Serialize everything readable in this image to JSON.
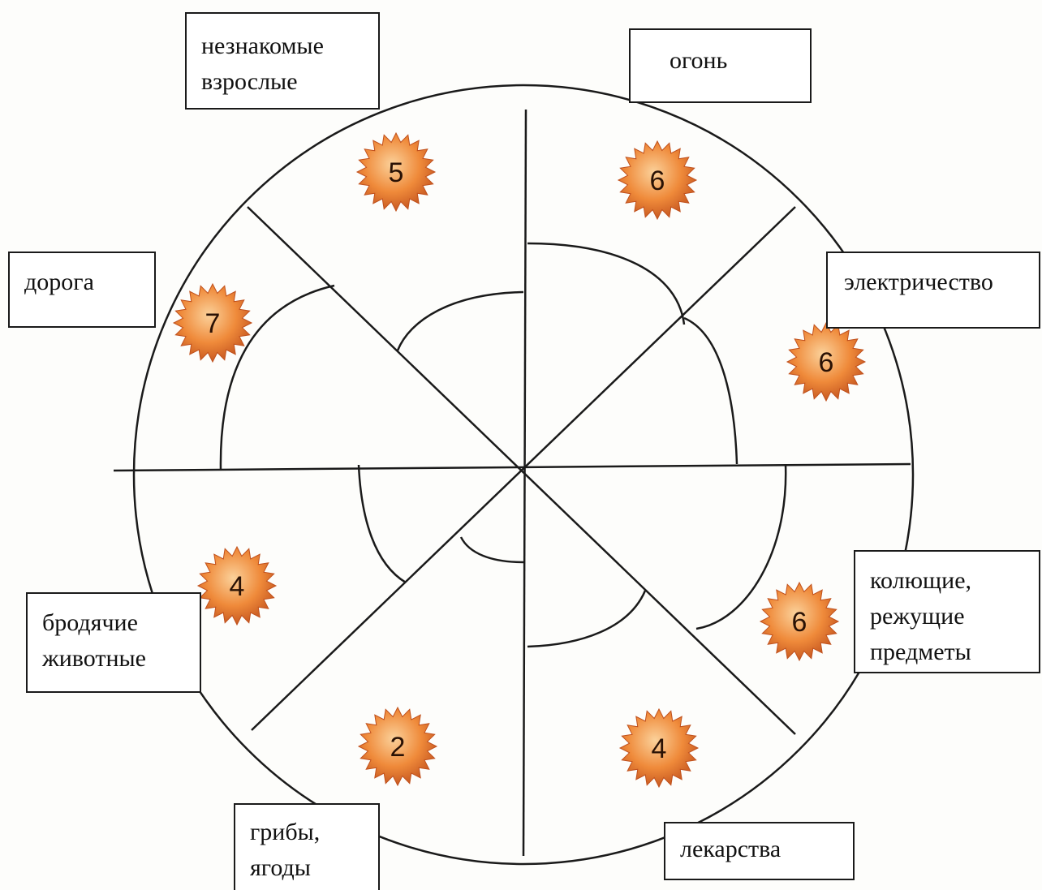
{
  "categories": [
    {
      "id": "strangers",
      "lines": [
        "незнакомые",
        "взрослые"
      ],
      "score": "5"
    },
    {
      "id": "fire",
      "lines": [
        "огонь"
      ],
      "score": "6"
    },
    {
      "id": "electricity",
      "lines": [
        "электричество"
      ],
      "score": "6"
    },
    {
      "id": "sharp",
      "lines": [
        "колющие,",
        "режущие",
        "предметы"
      ],
      "score": "6"
    },
    {
      "id": "medicine",
      "lines": [
        "лекарства"
      ],
      "score": "4"
    },
    {
      "id": "mushrooms",
      "lines": [
        "грибы,",
        "ягоды"
      ],
      "score": "2"
    },
    {
      "id": "animals",
      "lines": [
        "бродячие",
        "животные"
      ],
      "score": "4"
    },
    {
      "id": "road",
      "lines": [
        "дорога"
      ],
      "score": "7"
    }
  ],
  "colors": {
    "line": "#1a1a1a",
    "badge_light": "#fbd19a",
    "badge_mid": "#ef8a3a",
    "badge_dark": "#c0501c",
    "badge_text": "#2a1205"
  },
  "icons": {
    "score_badge": "sun-badge-icon"
  }
}
